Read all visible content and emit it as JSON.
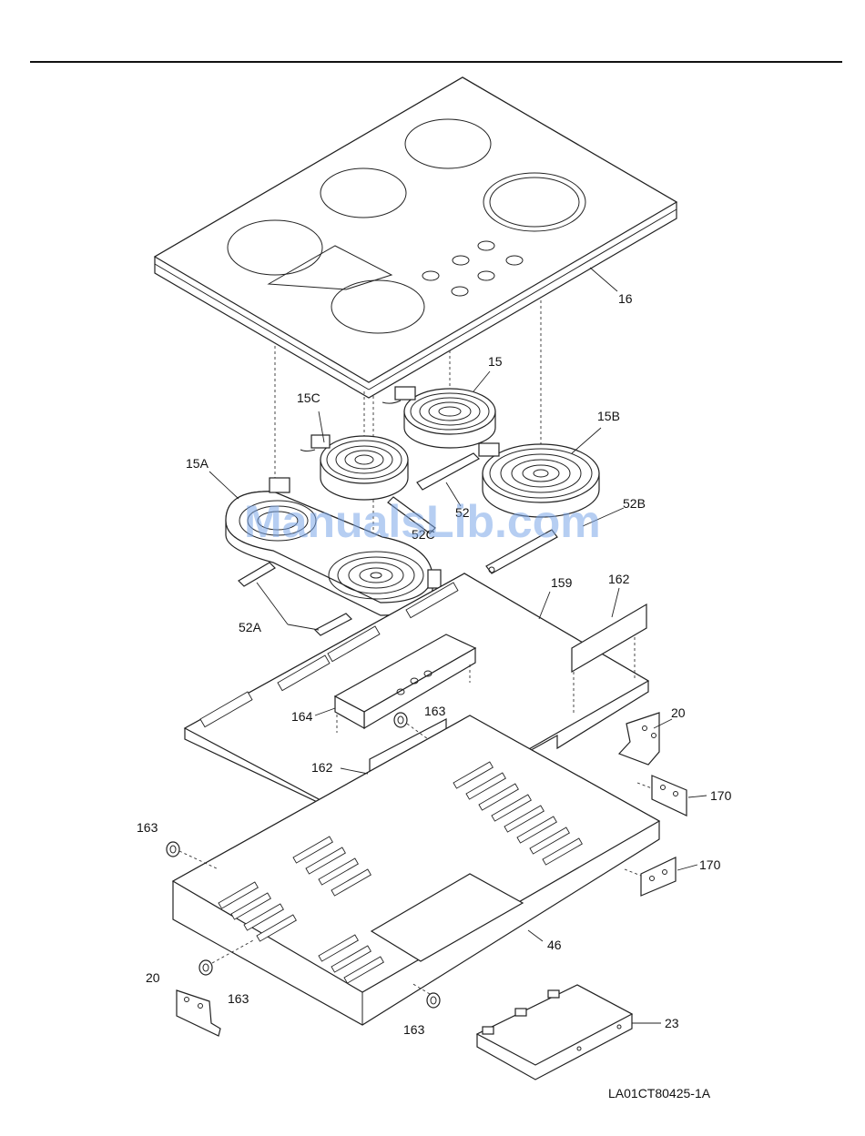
{
  "diagram": {
    "drawing_code": "LA01CT80425-1A",
    "watermark": "ManualsLib.com",
    "callouts": [
      {
        "id": "16",
        "text": "16"
      },
      {
        "id": "15",
        "text": "15"
      },
      {
        "id": "15C",
        "text": "15C"
      },
      {
        "id": "15B",
        "text": "15B"
      },
      {
        "id": "15A",
        "text": "15A"
      },
      {
        "id": "52",
        "text": "52"
      },
      {
        "id": "52C",
        "text": "52C"
      },
      {
        "id": "52B",
        "text": "52B"
      },
      {
        "id": "52A",
        "text": "52A"
      },
      {
        "id": "159",
        "text": "159"
      },
      {
        "id": "162a",
        "text": "162"
      },
      {
        "id": "162b",
        "text": "162"
      },
      {
        "id": "164",
        "text": "164"
      },
      {
        "id": "163a",
        "text": "163"
      },
      {
        "id": "163b",
        "text": "163"
      },
      {
        "id": "163c",
        "text": "163"
      },
      {
        "id": "163d",
        "text": "163"
      },
      {
        "id": "20a",
        "text": "20"
      },
      {
        "id": "20b",
        "text": "20"
      },
      {
        "id": "170a",
        "text": "170"
      },
      {
        "id": "170b",
        "text": "170"
      },
      {
        "id": "46",
        "text": "46"
      },
      {
        "id": "23",
        "text": "23"
      }
    ]
  }
}
